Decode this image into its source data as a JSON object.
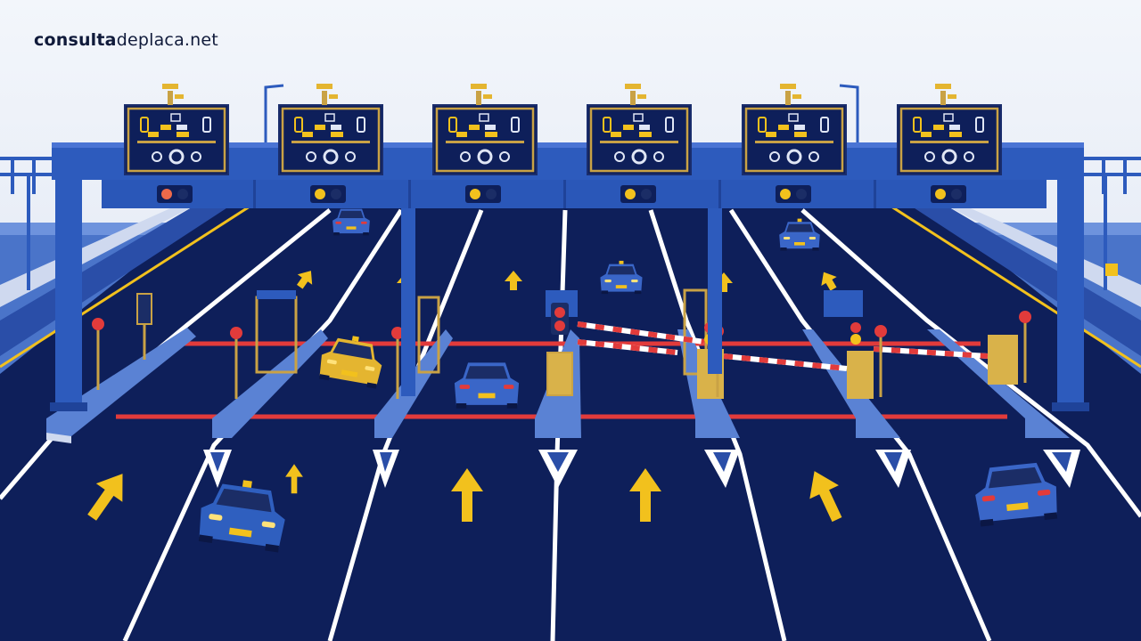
{
  "brand": {
    "name_bold": "consulta",
    "name_regular": "deplaca.net"
  },
  "scene": {
    "lanes_count": 6,
    "gantry_signals": [
      "red",
      "yellow",
      "yellow",
      "yellow",
      "yellow",
      "yellow"
    ],
    "vehicles": [
      {
        "name": "car-front-left",
        "color": "#2f5fbf"
      },
      {
        "name": "car-yellow",
        "color": "#e4b530"
      },
      {
        "name": "car-center",
        "color": "#3a66c8"
      },
      {
        "name": "car-far-center",
        "color": "#3a66c8"
      },
      {
        "name": "car-far-left",
        "color": "#3a66c8"
      },
      {
        "name": "car-far-right",
        "color": "#3a66c8"
      },
      {
        "name": "car-right",
        "color": "#3a66c8"
      }
    ]
  },
  "colors": {
    "road": "#0e1f5a",
    "gantry": "#2d5bbd",
    "lane_line": "#ffffff",
    "arrow": "#f2c11d",
    "stop_line": "#e23b3b",
    "panel_border": "#c9a245"
  }
}
